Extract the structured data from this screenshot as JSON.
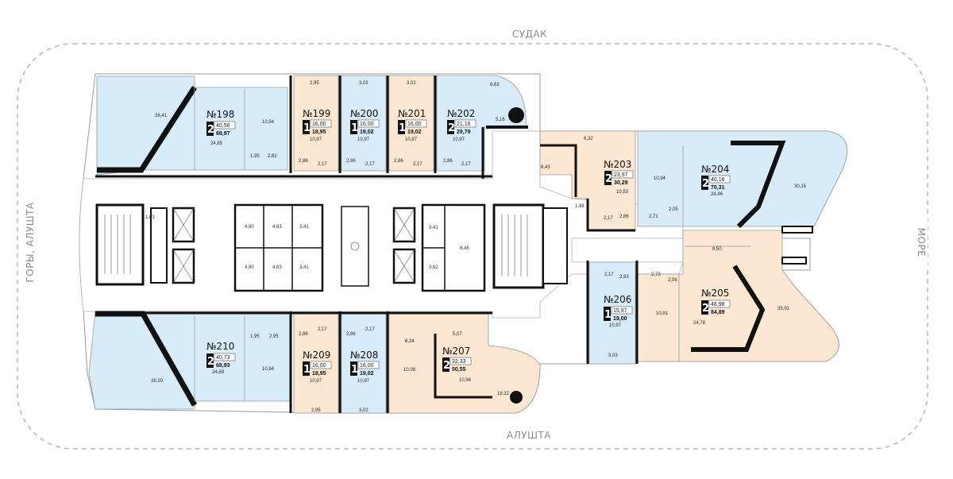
{
  "directions": {
    "top": "СУДАК",
    "bottom": "АЛУШТА",
    "left": "ГОРЫ, АЛУШТА",
    "right": "МОРЕ"
  },
  "colors": {
    "blue": "#d8ebf8",
    "peach": "#fbe7d2",
    "wall": "#111111",
    "outline": "#9a9a9a",
    "dash": "#b5b5b5"
  },
  "apartments": {
    "a198": {
      "number": "№198",
      "rooms": "2",
      "living": "40,56",
      "total": "68,97"
    },
    "a199": {
      "number": "№199",
      "rooms": "1",
      "living": "16,00",
      "total": "18,95"
    },
    "a200": {
      "number": "№200",
      "rooms": "1",
      "living": "16,00",
      "total": "19,02"
    },
    "a201": {
      "number": "№201",
      "rooms": "1",
      "living": "16,00",
      "total": "19,02"
    },
    "a202": {
      "number": "№202",
      "rooms": "2",
      "living": "21,16",
      "total": "29,79"
    },
    "a203": {
      "number": "№203",
      "rooms": "2",
      "living": "23,97",
      "total": "30,29"
    },
    "a204": {
      "number": "№204",
      "rooms": "2",
      "living": "40,16",
      "total": "70,31"
    },
    "a205": {
      "number": "№205",
      "rooms": "2",
      "living": "48,98",
      "total": "84,89"
    },
    "a206": {
      "number": "№206",
      "rooms": "1",
      "living": "15,97",
      "total": "19,00"
    },
    "a207": {
      "number": "№207",
      "rooms": "2",
      "living": "32,33",
      "total": "50,55"
    },
    "a208": {
      "number": "№208",
      "rooms": "1",
      "living": "16,00",
      "total": "19,02"
    },
    "a209": {
      "number": "№209",
      "rooms": "1",
      "living": "16,00",
      "total": "18,95"
    },
    "a210": {
      "number": "№210",
      "rooms": "2",
      "living": "40,73",
      "total": "68,93"
    }
  },
  "dims": {
    "d1": "28,41",
    "d2": "24,85",
    "d3": "10,94",
    "d4": "1,95",
    "d5": "2,82",
    "d6": "2,95",
    "d7": "3,02",
    "d8": "3,02",
    "d9": "8,63",
    "d10": "5,16",
    "d11": "10,97",
    "d12": "10,97",
    "d13": "10,97",
    "d14": "10,97",
    "d15": "2,86",
    "d16": "2,17",
    "d17": "2,86",
    "d18": "2,17",
    "d19": "2,86",
    "d20": "2,17",
    "d21": "2,86",
    "d22": "2,17",
    "d23": "6,32",
    "d24": "6,43",
    "d25": "10,53",
    "d26": "1,98",
    "d27": "2,17",
    "d28": "2,86",
    "d29": "10,94",
    "d30": "2,71",
    "d31": "2,05",
    "d32": "24,46",
    "d33": "30,15",
    "d34": "1,63",
    "d35": "4,90",
    "d36": "4,63",
    "d37": "3,41",
    "d38": "4,90",
    "d39": "4,63",
    "d40": "3,41",
    "d41": "3,41",
    "d42": "8,45",
    "d43": "3,62",
    "d44": "8,50",
    "d45": "2,17",
    "d46": "2,83",
    "d47": "2,73",
    "d48": "2,06",
    "d49": "10,91",
    "d50": "10,97",
    "d51": "24,78",
    "d52": "35,91",
    "d53": "3,03",
    "d54": "1,95",
    "d55": "2,95",
    "d56": "24,69",
    "d57": "10,94",
    "d58": "28,20",
    "d59": "2,86",
    "d60": "2,17",
    "d61": "2,86",
    "d62": "2,17",
    "d63": "6,24",
    "d64": "5,07",
    "d65": "10,97",
    "d66": "10,97",
    "d67": "10,08",
    "d68": "10,94",
    "d69": "18,22",
    "d70": "2,95",
    "d71": "3,02"
  }
}
